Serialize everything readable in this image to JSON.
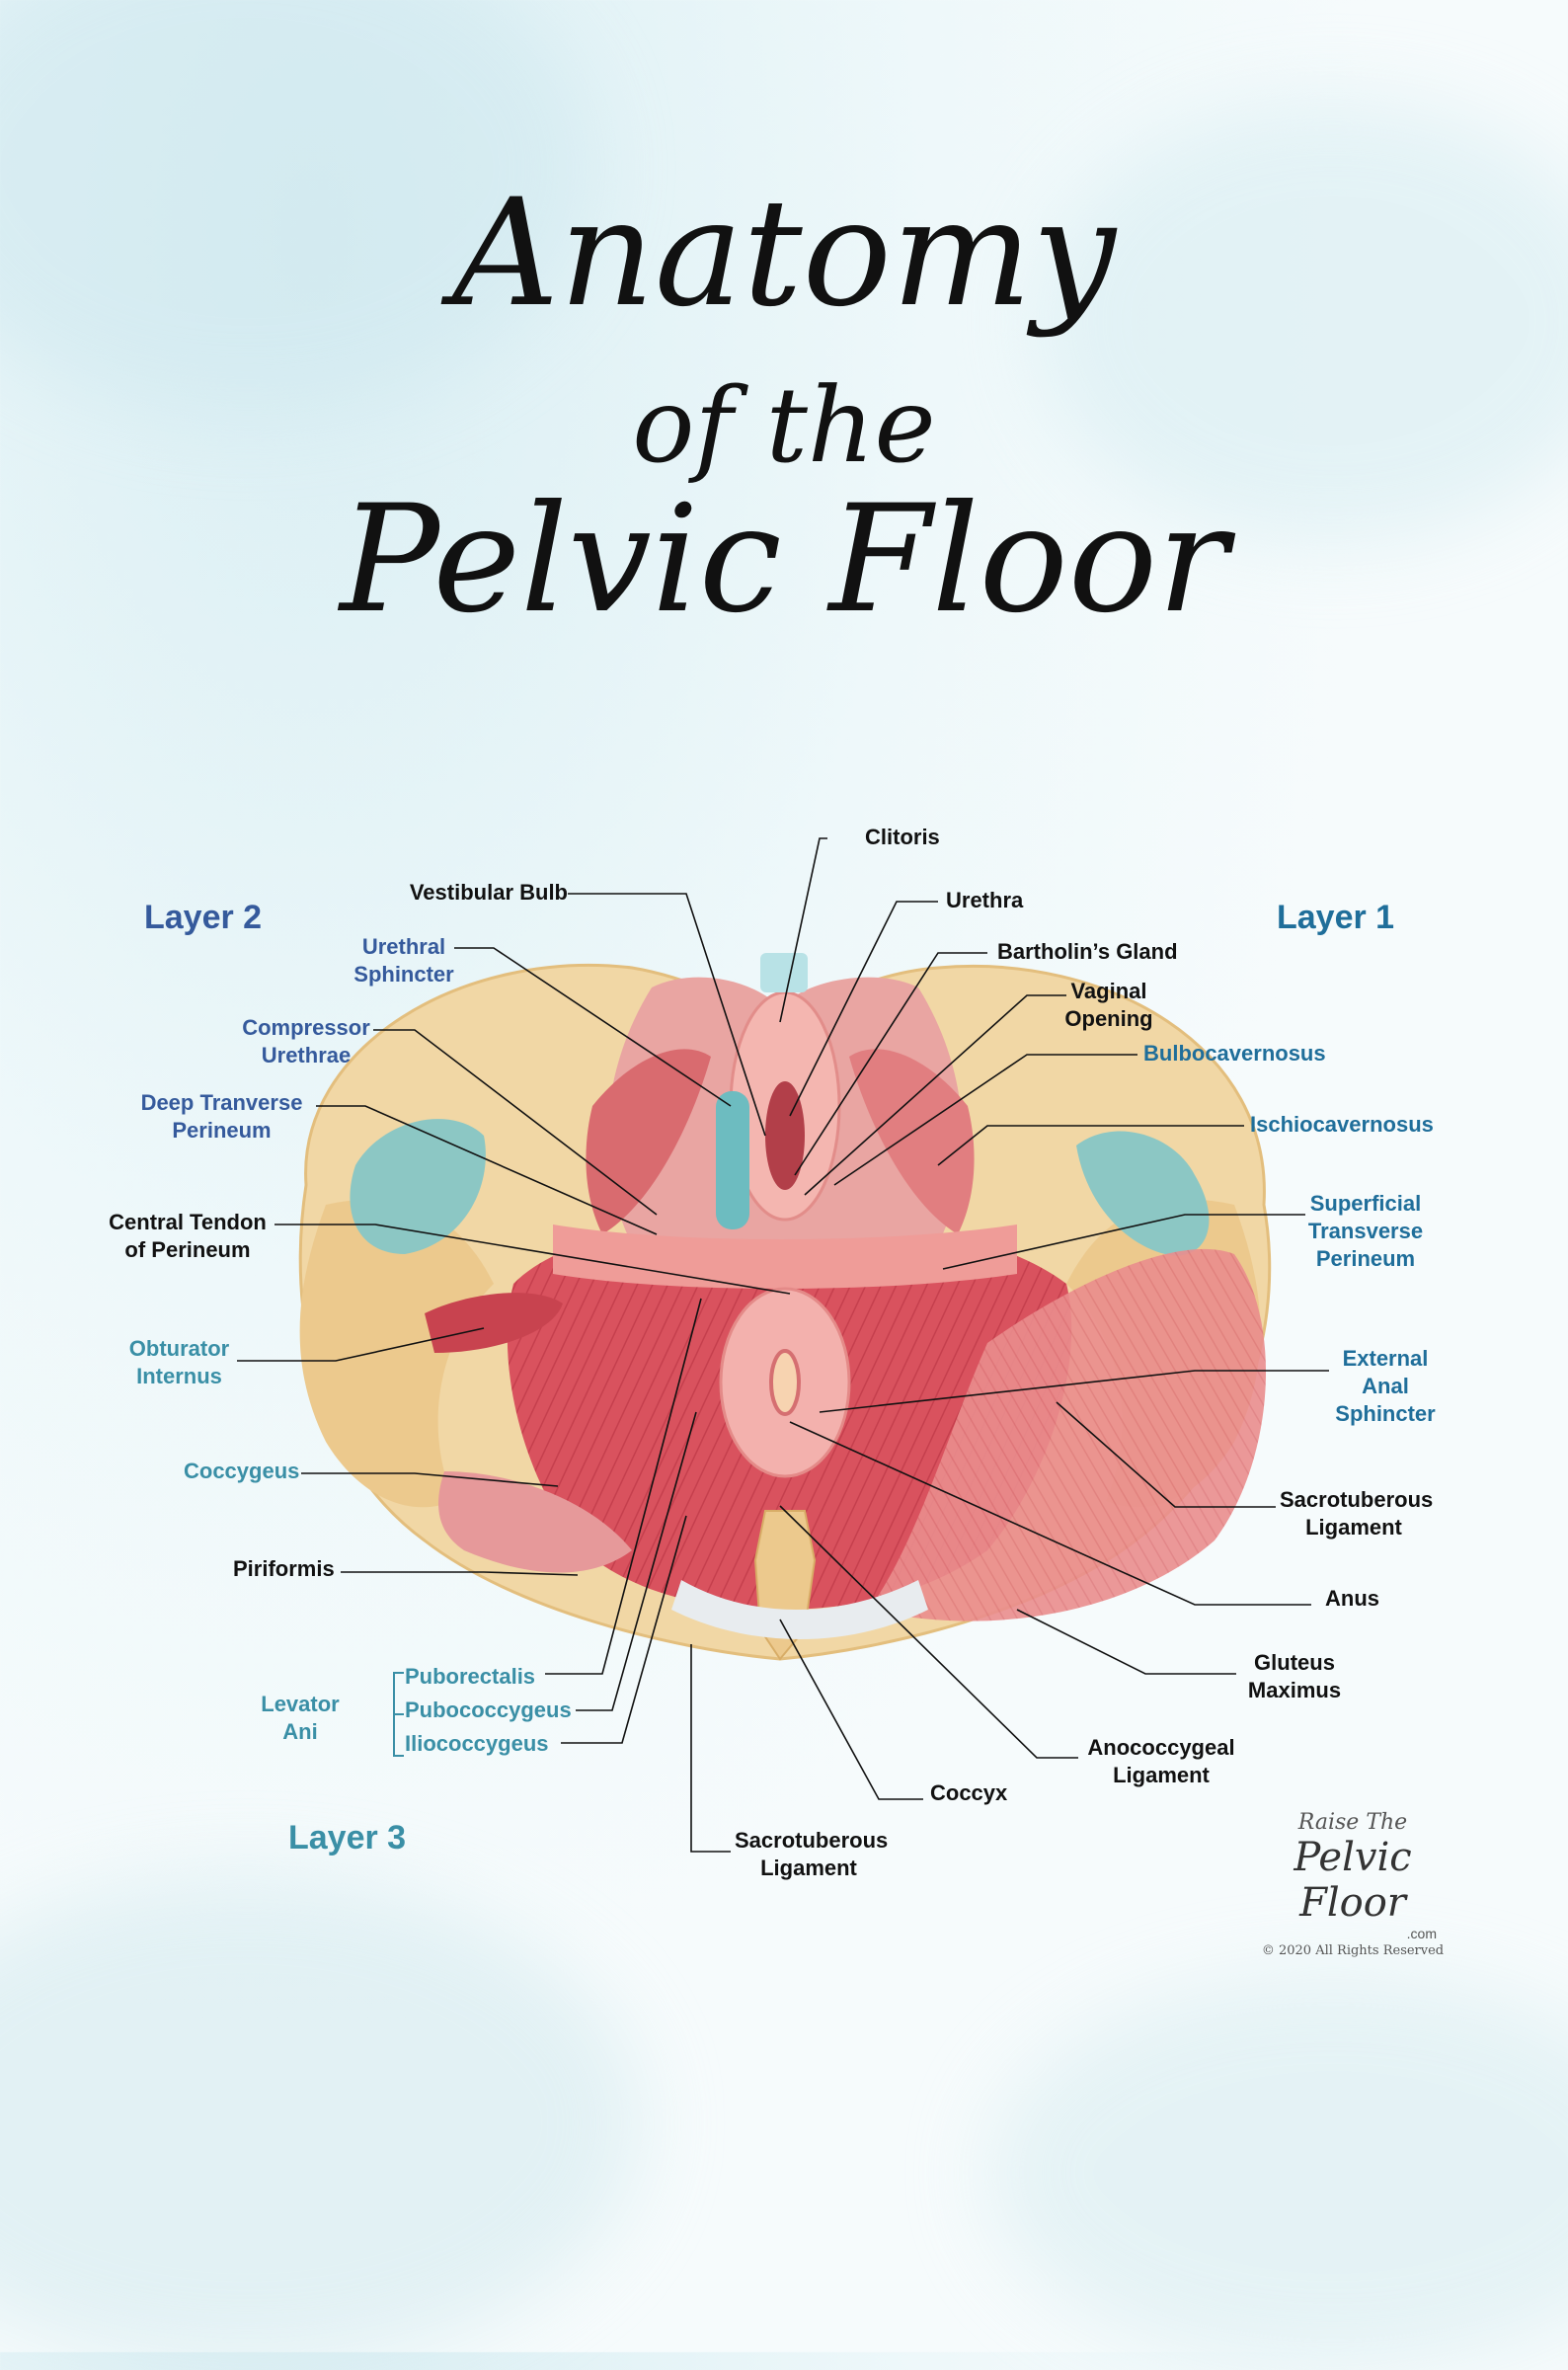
{
  "title": {
    "line1": "Anatomy",
    "line2": "of the",
    "line3": "Pelvic Floor"
  },
  "layers": {
    "layer1": "Layer 1",
    "layer2": "Layer 2",
    "layer3": "Layer 3"
  },
  "labels": {
    "clitoris": "Clitoris",
    "vestibular_bulb": "Vestibular Bulb",
    "urethra": "Urethra",
    "bartholins_gland": "Bartholin’s Gland",
    "vaginal_opening": [
      "Vaginal",
      "Opening"
    ],
    "bulbocavernosus": "Bulbocavernosus",
    "ischiocavernosus": "Ischiocavernosus",
    "superficial_transverse_perineum": [
      "Superficial",
      "Transverse",
      "Perineum"
    ],
    "external_anal_sphincter": [
      "External",
      "Anal",
      "Sphincter"
    ],
    "sacrotuberous_ligament_right": [
      "Sacrotuberous",
      "Ligament"
    ],
    "anus": "Anus",
    "gluteus_maximus": [
      "Gluteus",
      "Maximus"
    ],
    "anococcygeal_ligament": [
      "Anococcygeal",
      "Ligament"
    ],
    "coccyx": "Coccyx",
    "sacrotuberous_ligament_bottom": [
      "Sacrotuberous",
      "Ligament"
    ],
    "urethral_sphincter": [
      "Urethral",
      "Sphincter"
    ],
    "compressor_urethrae": [
      "Compressor",
      "Urethrae"
    ],
    "deep_transverse_perineum": [
      "Deep Tranverse",
      "Perineum"
    ],
    "central_tendon": [
      "Central Tendon",
      "of Perineum"
    ],
    "obturator_internus": [
      "Obturator",
      "Internus"
    ],
    "coccygeus": "Coccygeus",
    "piriformis": "Piriformis",
    "levator_ani": [
      "Levator",
      "Ani"
    ],
    "puborectalis": "Puborectalis",
    "pubococcygeus": "Pubococcygeus",
    "iliococcygeus": "Iliococcygeus"
  },
  "logo": {
    "line1": "Raise The",
    "line2": "Pelvic Floor",
    "line3": ".com",
    "copyright": "© 2020 All Rights Reserved"
  },
  "colors": {
    "teal_label": "#3a8fa6",
    "blue_label": "#355a9c",
    "muscle": "#d9525e",
    "bone": "#f1d7a5",
    "cartilage": "#8cc7c4"
  }
}
